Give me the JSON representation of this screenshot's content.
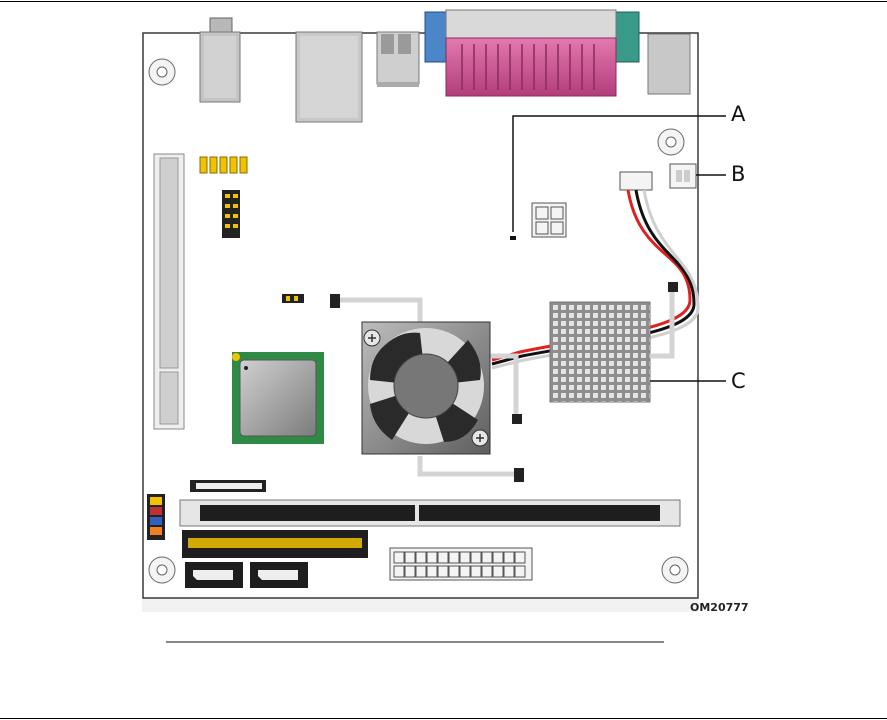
{
  "figure": {
    "callouts": {
      "a": "A",
      "b": "B",
      "c": "C"
    },
    "figure_code": "OM20777"
  }
}
